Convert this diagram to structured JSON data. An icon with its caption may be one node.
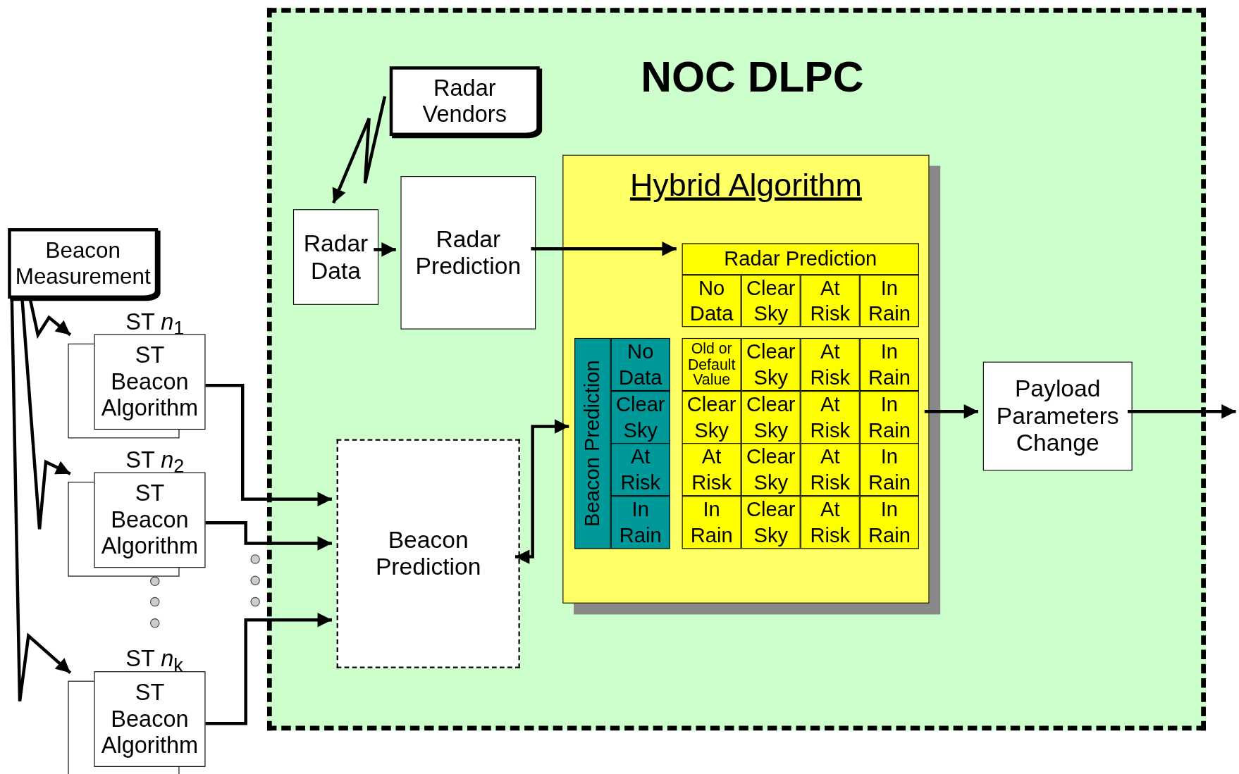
{
  "diagram": {
    "nodes": [
      {
        "text": [
          "NOC DLPC"
        ]
      },
      {
        "text": [
          "Radar Vendors"
        ],
        "in": 0
      },
      {
        "text": [
          "Radar Data"
        ],
        "in": 0
      },
      {
        "text": [
          "Radar Prediction"
        ],
        "in": 0
      },
      {
        "text": [
          "Hybrid Algorithm"
        ],
        "in": 0
      },
      {
        "text": [
          "Radar Prediction"
        ],
        "in": 4
      },
      {
        "text": [
          "No Data"
        ],
        "in": 4
      },
      {
        "text": [
          "Clear Sky"
        ],
        "in": 4
      },
      {
        "text": [
          "At Risk"
        ],
        "in": 4
      },
      {
        "text": [
          "In Rain"
        ],
        "in": 4
      },
      {
        "text": [
          "Beacon Prediction"
        ],
        "in": 4
      },
      {
        "text": [
          "No Data"
        ],
        "in": 4
      },
      {
        "text": [
          "Clear Sky"
        ],
        "in": 4
      },
      {
        "text": [
          "At Risk"
        ],
        "in": 4
      },
      {
        "text": [
          "In Rain"
        ],
        "in": 4
      },
      {
        "text": [
          "Old or Default Value"
        ],
        "in": 4
      },
      {
        "text": [
          "Clear Sky"
        ],
        "in": 4
      },
      {
        "text": [
          "At Risk"
        ],
        "in": 4
      },
      {
        "text": [
          "In Rain"
        ],
        "in": 4
      },
      {
        "text": [
          "Clear Sky"
        ],
        "in": 4
      },
      {
        "text": [
          "Clear Sky"
        ],
        "in": 4
      },
      {
        "text": [
          "At Risk"
        ],
        "in": 4
      },
      {
        "text": [
          "In Rain"
        ],
        "in": 4
      },
      {
        "text": [
          "At Risk"
        ],
        "in": 4
      },
      {
        "text": [
          "Clear Sky"
        ],
        "in": 4
      },
      {
        "text": [
          "At Risk"
        ],
        "in": 4
      },
      {
        "text": [
          "In Rain"
        ],
        "in": 4
      },
      {
        "text": [
          "In Rain"
        ],
        "in": 4
      },
      {
        "text": [
          "Clear Sky"
        ],
        "in": 4
      },
      {
        "text": [
          "At Risk"
        ],
        "in": 4
      },
      {
        "text": [
          "In Rain"
        ],
        "in": 4
      },
      {
        "text": [
          "Beacon Prediction"
        ],
        "in": 0
      },
      {
        "text": [
          "Payload Parameters Change"
        ],
        "in": 0
      },
      {
        "text": [
          "Beacon Measurement"
        ]
      },
      {
        "text": [
          "ST Beacon Algorithm"
        ],
        "beside": [
          "ST *n*$_{1}$"
        ]
      },
      {
        "text": [
          "ST Beacon Algorithm"
        ],
        "beside": [
          "ST *n*$_{2}$"
        ]
      },
      {
        "text": [
          "ST Beacon Algorithm"
        ],
        "beside": [
          "ST *n*$_{k}$"
        ]
      }
    ],
    "edges": [
      {
        "from": 1,
        "to": 2,
        "arrow": "to"
      },
      {
        "from": 2,
        "to": 3,
        "arrow": "to"
      },
      {
        "from": 3,
        "to": 5,
        "arrow": "to"
      },
      {
        "from": 31,
        "to": 10,
        "arrow": "both"
      },
      {
        "from": 4,
        "to": 32,
        "arrow": "to"
      },
      {
        "from": 32,
        "to": null,
        "arrow": "to"
      },
      {
        "from": 34,
        "to": 31,
        "arrow": "to"
      },
      {
        "from": 35,
        "to": 31,
        "arrow": "to"
      },
      {
        "from": 36,
        "to": 31,
        "arrow": "to"
      },
      {
        "from": 33,
        "to": 34,
        "arrow": "to"
      },
      {
        "from": 33,
        "to": 35,
        "arrow": "to"
      },
      {
        "from": 33,
        "to": 36,
        "arrow": "to"
      }
    ]
  }
}
